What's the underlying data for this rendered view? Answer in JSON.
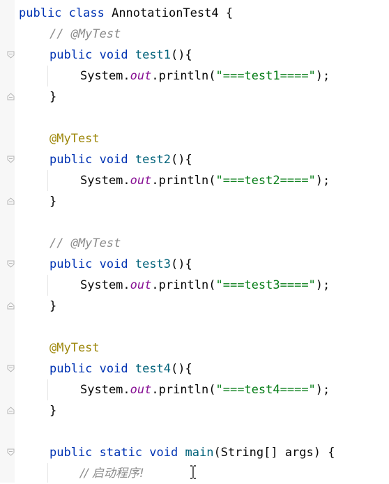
{
  "code": {
    "class_decl": {
      "kw": "public class",
      "name": "AnnotationTest4",
      "brace": "{"
    },
    "methods": [
      {
        "annotation": "// @MyTest",
        "annotation_commented": true,
        "sig_kw": "public void",
        "name": "test1",
        "sig_tail": "(){",
        "body_prefix": "System.",
        "body_field": "out",
        "body_call": ".println(",
        "body_string": "\"===test1====\"",
        "body_end": ");",
        "close": "}"
      },
      {
        "annotation": "@MyTest",
        "annotation_commented": false,
        "sig_kw": "public void",
        "name": "test2",
        "sig_tail": "(){",
        "body_prefix": "System.",
        "body_field": "out",
        "body_call": ".println(",
        "body_string": "\"===test2====\"",
        "body_end": ");",
        "close": "}"
      },
      {
        "annotation": "// @MyTest",
        "annotation_commented": true,
        "sig_kw": "public void",
        "name": "test3",
        "sig_tail": "(){",
        "body_prefix": "System.",
        "body_field": "out",
        "body_call": ".println(",
        "body_string": "\"===test3====\"",
        "body_end": ");",
        "close": "}"
      },
      {
        "annotation": "@MyTest",
        "annotation_commented": false,
        "sig_kw": "public void",
        "name": "test4",
        "sig_tail": "(){",
        "body_prefix": "System.",
        "body_field": "out",
        "body_call": ".println(",
        "body_string": "\"===test4====\"",
        "body_end": ");",
        "close": "}"
      }
    ],
    "main": {
      "kw": "public static void",
      "name": "main",
      "params": "(String[] args) {",
      "comment": "// 启动程序!"
    }
  },
  "colors": {
    "keyword": "#0033b3",
    "method_name": "#00627a",
    "annotation": "#9e880d",
    "comment": "#8c8c8c",
    "string": "#067d17",
    "static_field": "#871094"
  },
  "icons": [
    "fold-open-icon",
    "fold-close-icon",
    "text-cursor-icon"
  ]
}
